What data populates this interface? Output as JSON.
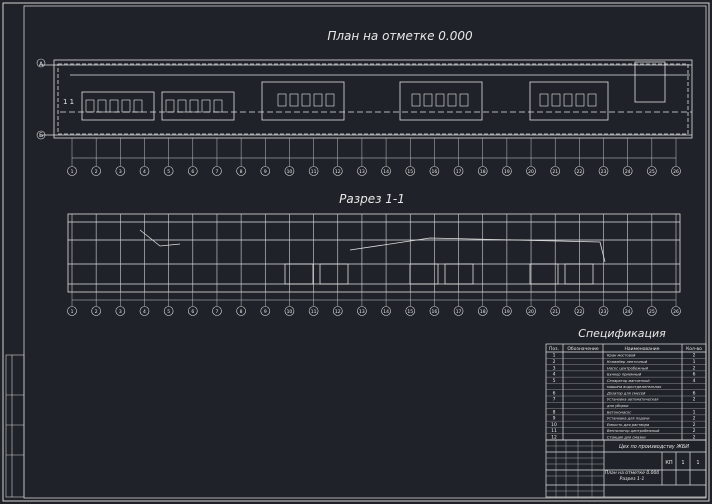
{
  "plan": {
    "title": "План на отметке 0.000",
    "axis_numbers": [
      "1",
      "2",
      "3",
      "4",
      "5",
      "6",
      "7",
      "8",
      "9",
      "10",
      "11",
      "12",
      "13",
      "14",
      "15",
      "16",
      "17",
      "18",
      "19",
      "20",
      "21",
      "22",
      "23",
      "24",
      "25",
      "26"
    ],
    "row_labels": [
      "А",
      "Б"
    ],
    "side_label": "1 1"
  },
  "section": {
    "title": "Разрез 1-1",
    "axis_numbers": [
      "1",
      "2",
      "3",
      "4",
      "5",
      "6",
      "7",
      "8",
      "9",
      "10",
      "11",
      "12",
      "13",
      "14",
      "15",
      "16",
      "17",
      "18",
      "19",
      "20",
      "21",
      "22",
      "23",
      "24",
      "25",
      "26"
    ]
  },
  "spec": {
    "title": "Спецификация",
    "headers": [
      "Поз.",
      "Обозначение",
      "Наименование",
      "Кол-во"
    ],
    "rows": [
      {
        "pos": "1",
        "name": "Кран мостовой",
        "qty": "2"
      },
      {
        "pos": "2",
        "name": "Конвейер ленточный",
        "qty": "1"
      },
      {
        "pos": "3",
        "name": "Насос центробежный",
        "qty": "2"
      },
      {
        "pos": "4",
        "name": "Бункер приемный",
        "qty": "6"
      },
      {
        "pos": "5",
        "name": "Сепаратор магнитный",
        "qty": "4"
      },
      {
        "pos": "",
        "name": "машина водоотделительная",
        "qty": ""
      },
      {
        "pos": "6",
        "name": "Дозатор для смесей",
        "qty": "6"
      },
      {
        "pos": "7",
        "name": "Установка автоматическая",
        "qty": "2"
      },
      {
        "pos": "",
        "name": "для уборки",
        "qty": ""
      },
      {
        "pos": "8",
        "name": "Бетононасос",
        "qty": "1"
      },
      {
        "pos": "9",
        "name": "Установка для подачи",
        "qty": "2"
      },
      {
        "pos": "10",
        "name": "Емкость для раствора",
        "qty": "2"
      },
      {
        "pos": "11",
        "name": "Вентилятор центробежный",
        "qty": "2"
      },
      {
        "pos": "12",
        "name": "Станция для смазки",
        "qty": "2"
      }
    ]
  },
  "stamp": {
    "project": "Цех по производству ЖБИ",
    "sheet_title_1": "План на отметке 0.000",
    "sheet_title_2": "Разрез 1-1",
    "stage": "КП",
    "sheet": "1",
    "sheets": "1"
  }
}
